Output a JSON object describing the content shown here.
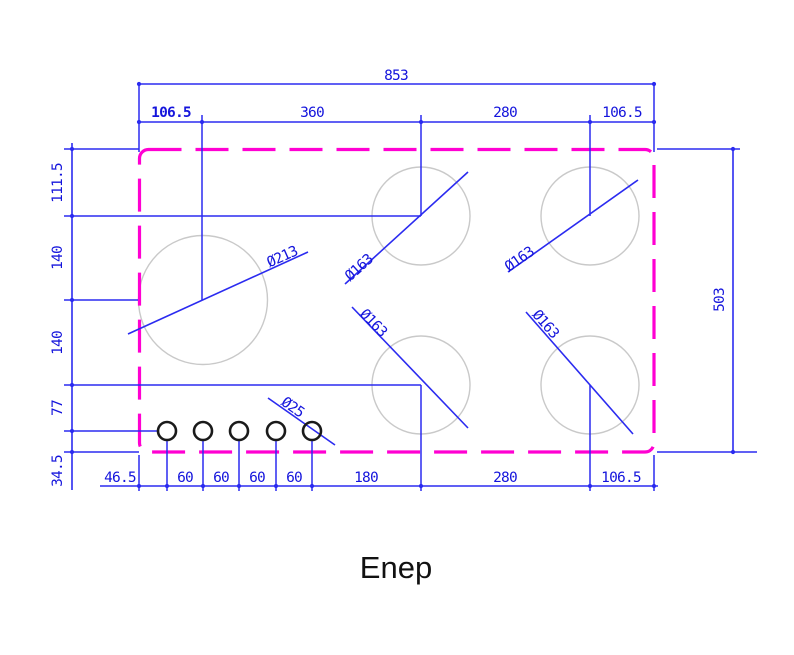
{
  "title": {
    "text": "Enep"
  },
  "dimensions": {
    "overall_width": "853",
    "overall_height": "503",
    "top_chain": [
      "106.5",
      "360",
      "280",
      "106.5"
    ],
    "left_chain": [
      "111.5",
      "140",
      "140",
      "77",
      "34.5"
    ],
    "bottom_chain": [
      "46.5",
      "60",
      "60",
      "60",
      "60",
      "180",
      "280",
      "106.5"
    ]
  },
  "labels": {
    "burner_large": "Ø213",
    "burner_medium_1": "Ø163",
    "burner_medium_2": "Ø163",
    "burner_medium_3": "Ø163",
    "burner_medium_4": "Ø163",
    "knob": "Ø25"
  },
  "colors": {
    "line_blue": "#2b2bf0",
    "text_blue": "#1414dc",
    "outline_magenta": "#ff00d2",
    "burner_gray": "#c9c9c9",
    "knob_black": "#1a1a1a",
    "title_black": "#111111"
  }
}
